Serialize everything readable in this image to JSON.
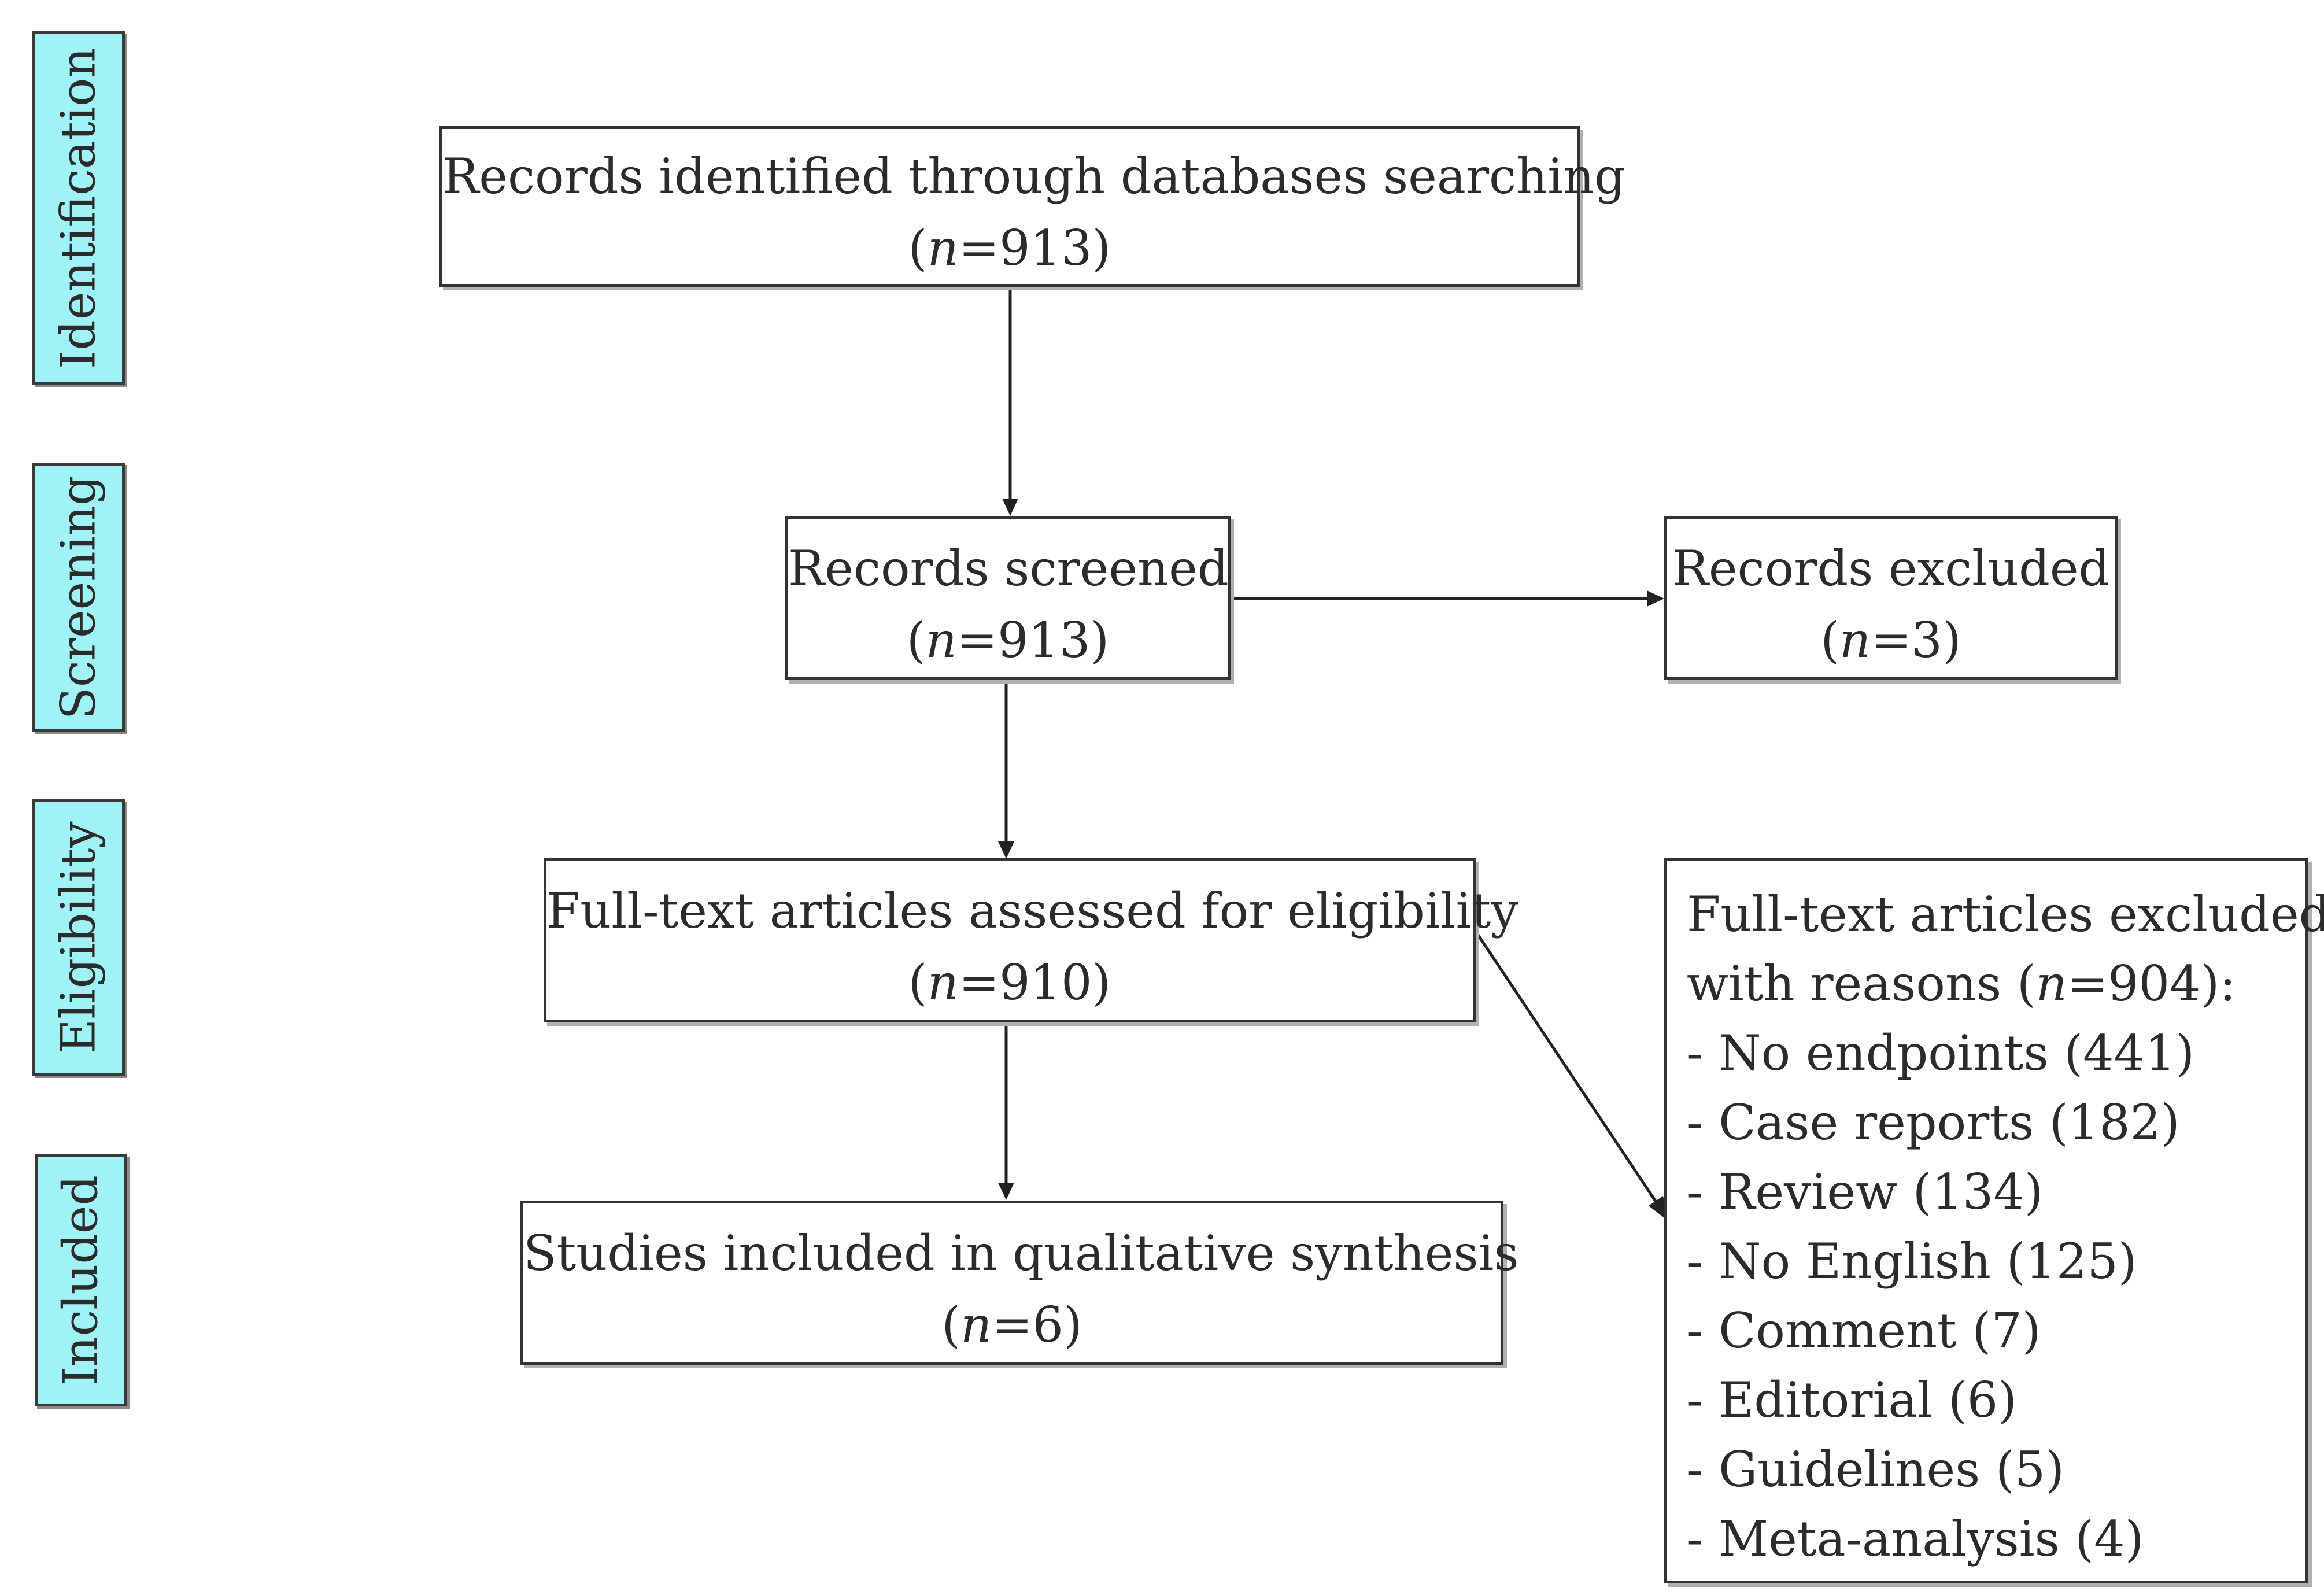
{
  "stages": {
    "identification": "Identification",
    "screening": "Screening",
    "eligibility": "Eligibility",
    "included": "Included"
  },
  "boxes": {
    "identified": {
      "title": "Records identified through databases searching",
      "n": "913"
    },
    "screened": {
      "title": "Records screened",
      "n": "913"
    },
    "excluded": {
      "title": "Records excluded",
      "n": "3"
    },
    "eligibility": {
      "title": "Full-text articles assessed for eligibility",
      "n": "910"
    },
    "included": {
      "title": "Studies included in qualitative synthesis",
      "n": "6"
    },
    "fulltext_excluded": {
      "title_line1": "Full-text articles excluded,",
      "title_line2_prefix": "with reasons (",
      "n": "904",
      "title_line2_suffix": "):",
      "reasons": [
        "- No endpoints (441)",
        "- Case reports (182)",
        "- Review (134)",
        "- No English (125)",
        "- Comment (7)",
        "- Editorial (6)",
        "- Guidelines (5)",
        "- Meta-analysis (4)"
      ]
    }
  },
  "n_symbol": "n"
}
